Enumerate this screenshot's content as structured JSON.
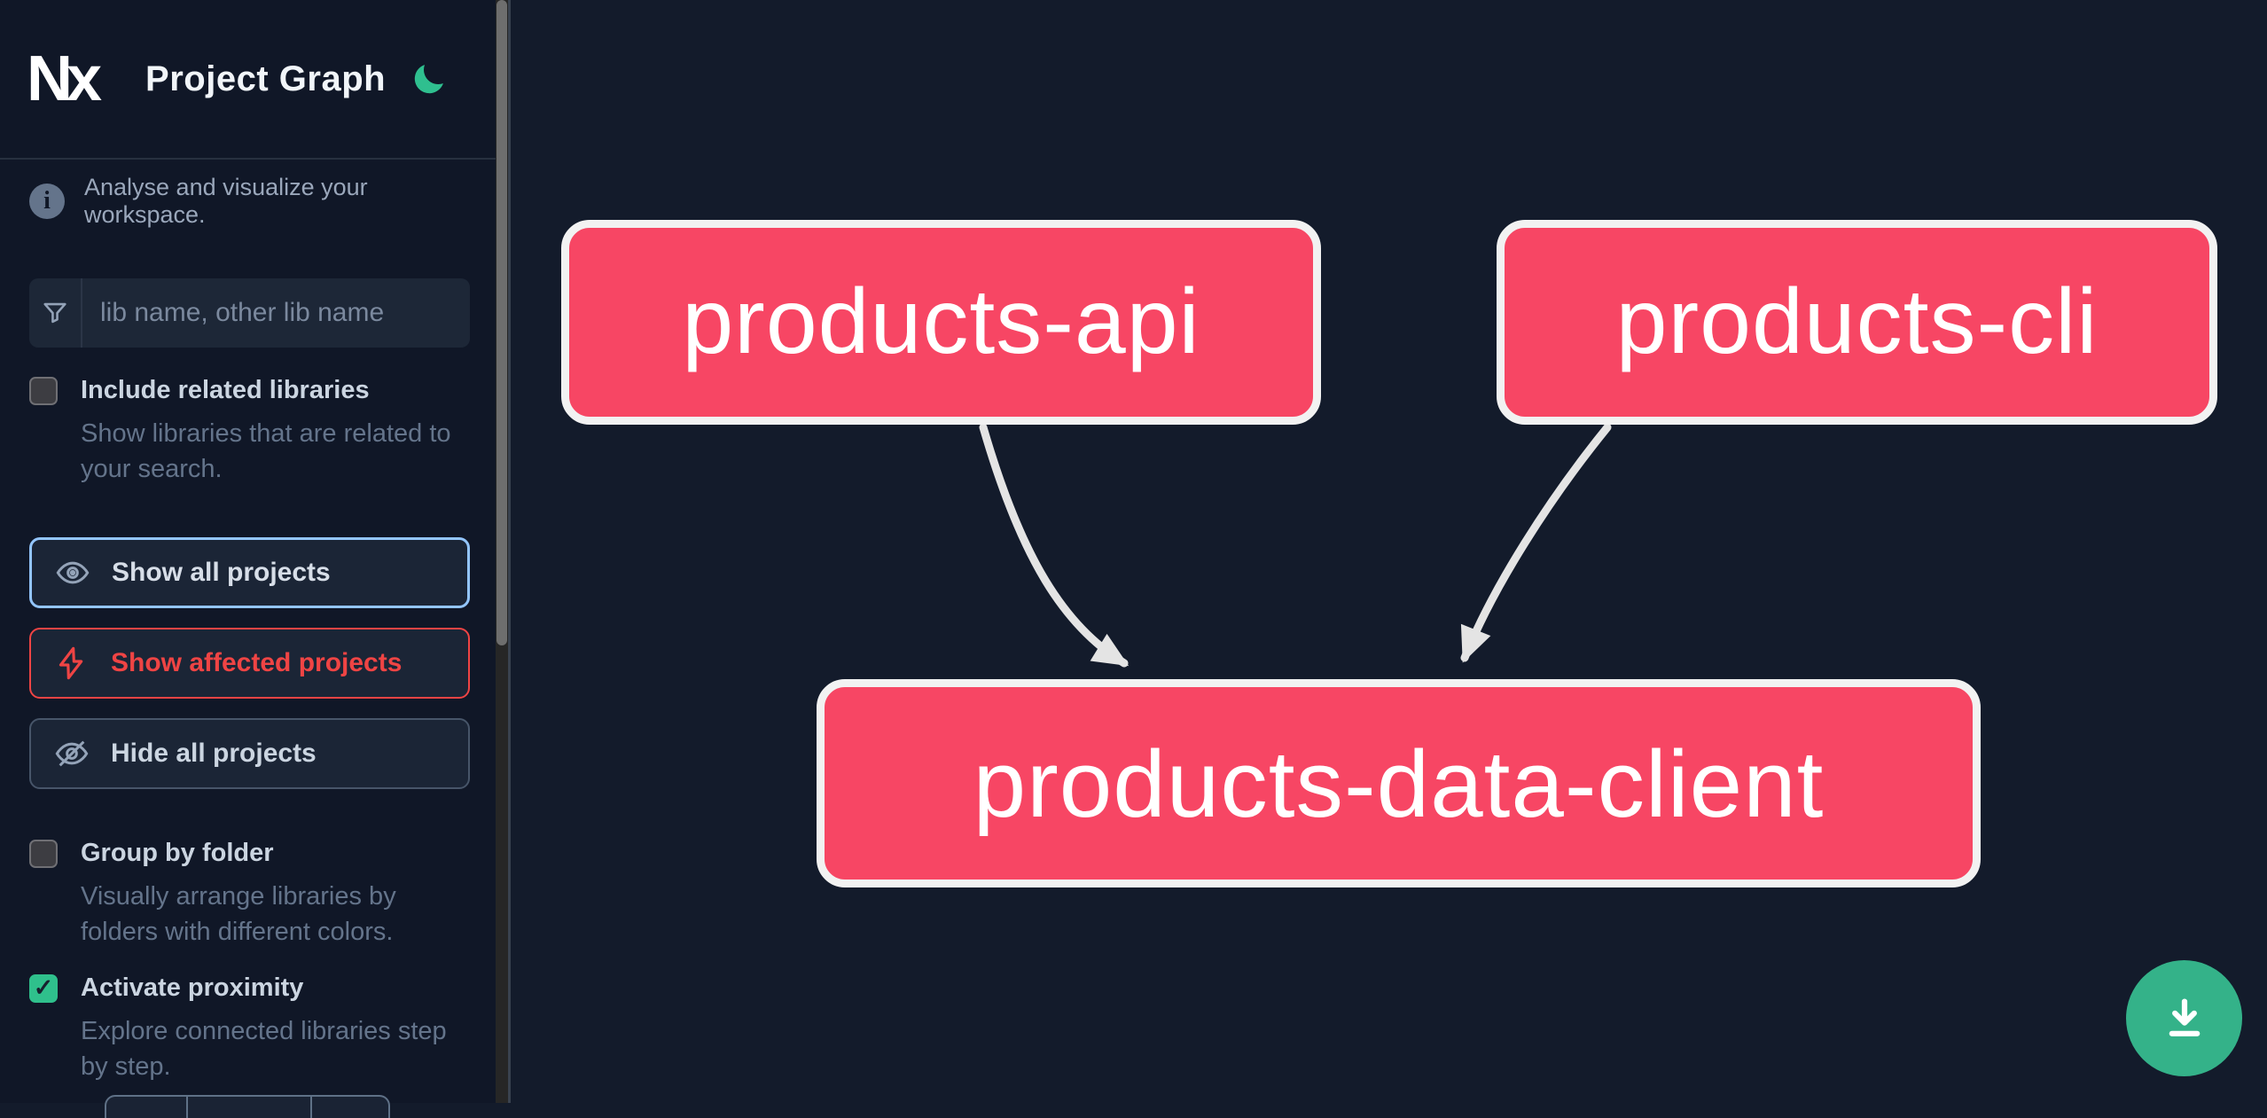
{
  "header": {
    "logo": "Nx",
    "title": "Project Graph"
  },
  "sidebar": {
    "info": "Analyse and visualize your workspace.",
    "search_placeholder": "lib name, other lib name",
    "toggles": [
      {
        "label": "Include related libraries",
        "description": "Show libraries that are related to your search.",
        "checked": false
      },
      {
        "label": "Group by folder",
        "description": "Visually arrange libraries by folders with different colors.",
        "checked": false
      },
      {
        "label": "Activate proximity",
        "description": "Explore connected libraries step by step.",
        "checked": true
      }
    ],
    "actions": [
      {
        "label": "Show all projects",
        "icon": "eye-icon",
        "accent": "#93c5fd"
      },
      {
        "label": "Show affected projects",
        "icon": "lightning-icon",
        "accent": "#ef4444"
      },
      {
        "label": "Hide all projects",
        "icon": "eye-off-icon",
        "accent": "#64748b"
      }
    ]
  },
  "graph": {
    "nodes": [
      {
        "id": "products-api",
        "label": "products-api"
      },
      {
        "id": "products-cli",
        "label": "products-cli"
      },
      {
        "id": "products-data-client",
        "label": "products-data-client"
      }
    ],
    "edges": [
      {
        "source": "products-api",
        "target": "products-data-client"
      },
      {
        "source": "products-cli",
        "target": "products-data-client"
      }
    ],
    "node_color": "#f74664",
    "node_border_color": "#f2f2f2",
    "edge_color": "#e4e4e4"
  },
  "fab": {
    "icon": "download-icon",
    "color": "#34b289"
  },
  "theme": {
    "background": "#131b2b",
    "moon_color": "#2fbf8f",
    "checkbox_checked_color": "#2fc08c",
    "checkmark": "✓",
    "info_glyph": "i"
  }
}
